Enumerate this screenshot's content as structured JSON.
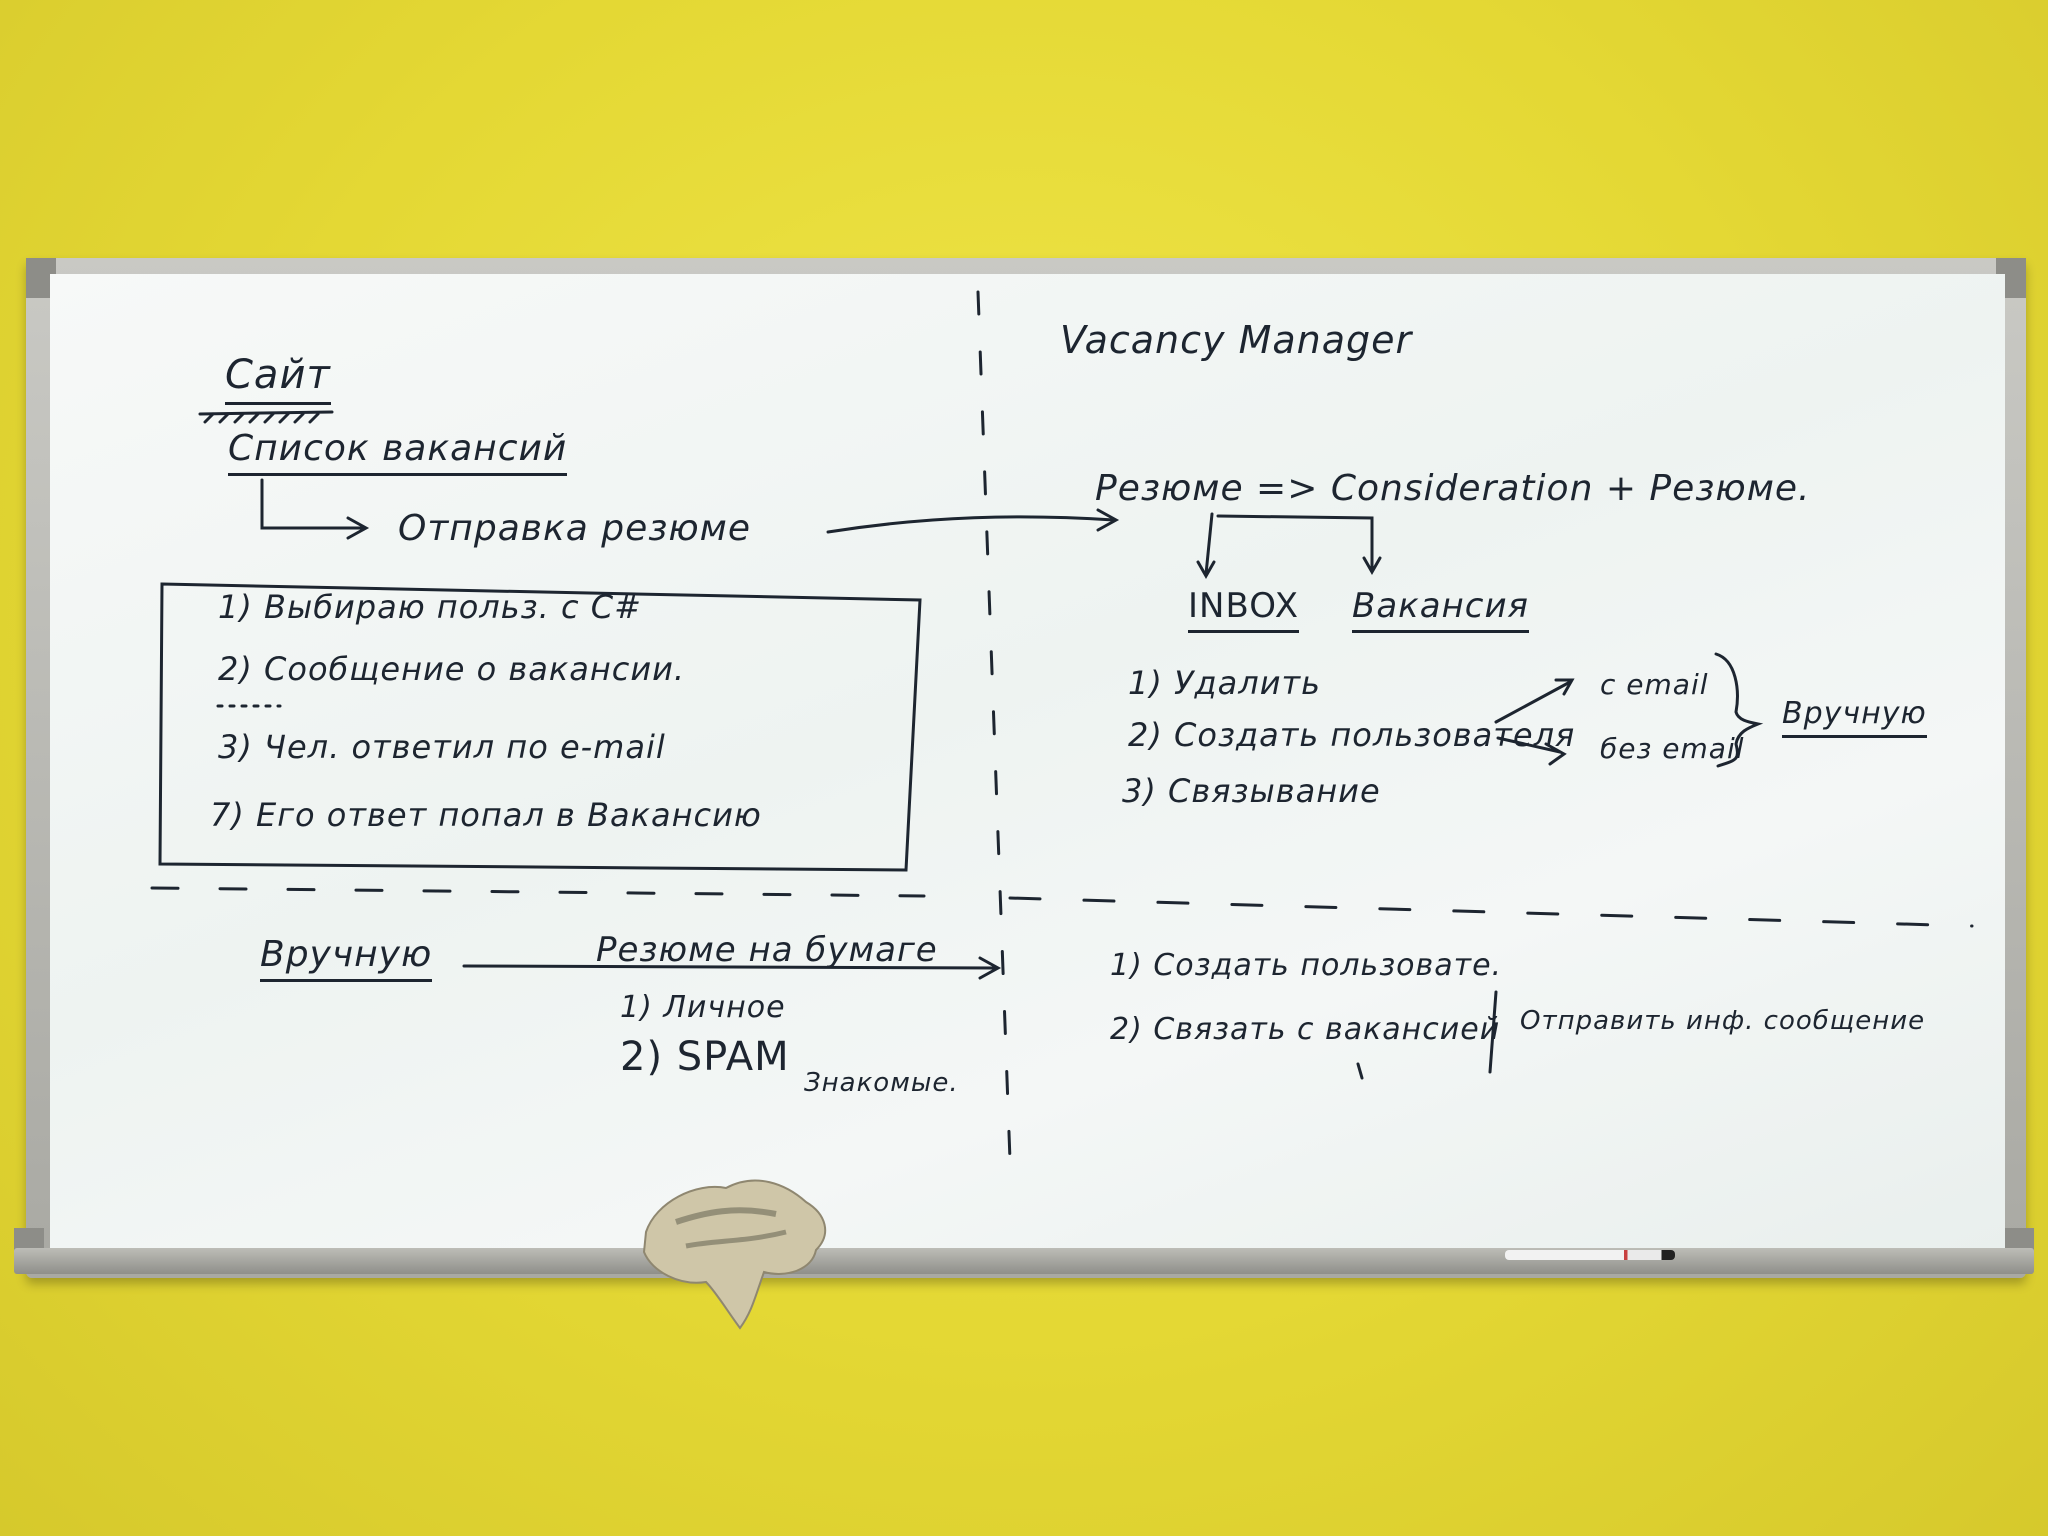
{
  "board": {
    "left": {
      "title": "Сайт",
      "list_heading": "Список вакансий",
      "send_resume": "Отправка резюме",
      "steps": [
        "1) Выбираю польз. с C#",
        "2) Сообщение о вакансии.",
        "3) Чел. ответил по e-mail",
        "7) Его ответ попал в Вакансию"
      ],
      "manual": "Вручную",
      "paper_resume": "Резюме на бумаге",
      "sources": [
        "1) Личное",
        "2) SPAM"
      ],
      "acquaintances": "Знакомые."
    },
    "right": {
      "title": "Vacancy Manager",
      "flow": "Резюме => Consideration + Резюме.",
      "inbox": "INBOX",
      "vacancy": "Вакансия",
      "actions": [
        "1) Удалить",
        "2) Создать пользователя",
        "3) Связывание"
      ],
      "with_email": "с email",
      "without_email": "без email",
      "manual": "Вручную",
      "bottom_steps": [
        "1) Создать пользовате.",
        "2) Связать с вакансией"
      ],
      "send_info": "Отправить инф. сообщение"
    }
  }
}
